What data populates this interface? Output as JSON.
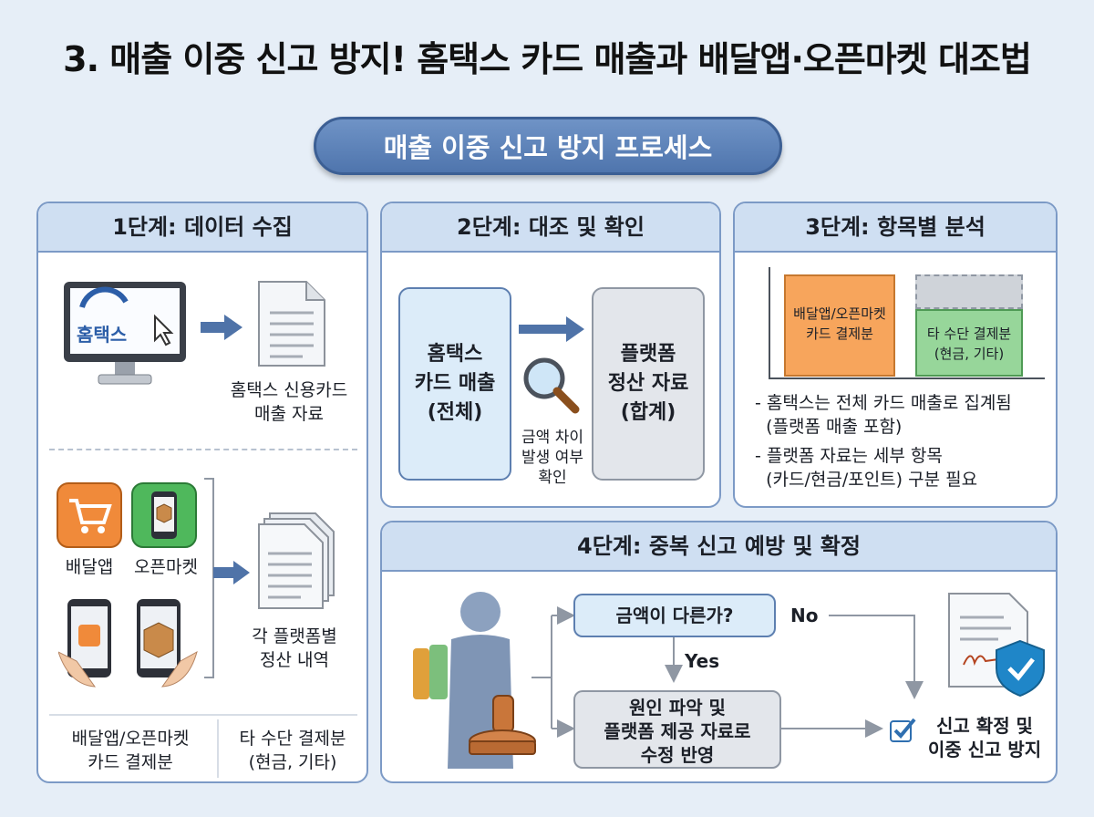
{
  "title": "3. 매출 이중 신고 방지! 홈택스 카드 매출과 배달앱·오픈마켓 대조법",
  "process_label": "매출 이중 신고 방지 프로세스",
  "step1": {
    "header": "1단계: 데이터 수집",
    "hometax_logo": "홈택스",
    "hometax_doc": "홈택스 신용카드\n매출 자료",
    "app_delivery": "배달앱",
    "app_openmarket": "오픈마켓",
    "platform_doc": "각 플랫폼별\n정산 내역",
    "footer_left": "배달앱/오픈마켓\n카드 결제분",
    "footer_right": "타 수단 결제분\n(현금, 기타)"
  },
  "step2": {
    "header": "2단계: 대조 및 확인",
    "left_box": "홈택스\n카드 매출\n(전체)",
    "right_box": "플랫폼\n정산 자료\n(합계)",
    "check_note": "금액 차이\n발생 여부\n확인"
  },
  "step3": {
    "header": "3단계: 항목별 분석",
    "bar_left": "배달앱/오픈마켓\n카드 결제분",
    "bar_right": "타 수단 결제분\n(현금, 기타)",
    "note1": "- 홈택스는 전체 카드 매출로 집계됨\n  (플랫폼 매출 포함)",
    "note2": "- 플랫폼 자료는 세부 항목\n  (카드/현금/포인트) 구분 필요"
  },
  "step4": {
    "header": "4단계: 중복 신고 예방 및 확정",
    "question": "금액이 다른가?",
    "no": "No",
    "yes": "Yes",
    "action": "원인 파악 및\n플랫폼 제공 자료로\n수정 반영",
    "result": "신고 확정 및\n이중 신고 방지"
  },
  "colors": {
    "panel_border": "#7c9ac6",
    "header_fill": "#cfdff2",
    "pill": "#5a7fb5",
    "arrow": "#4f73a8",
    "orange": "#f39a4a",
    "green": "#8fd08f",
    "check": "#2f6fb0"
  }
}
